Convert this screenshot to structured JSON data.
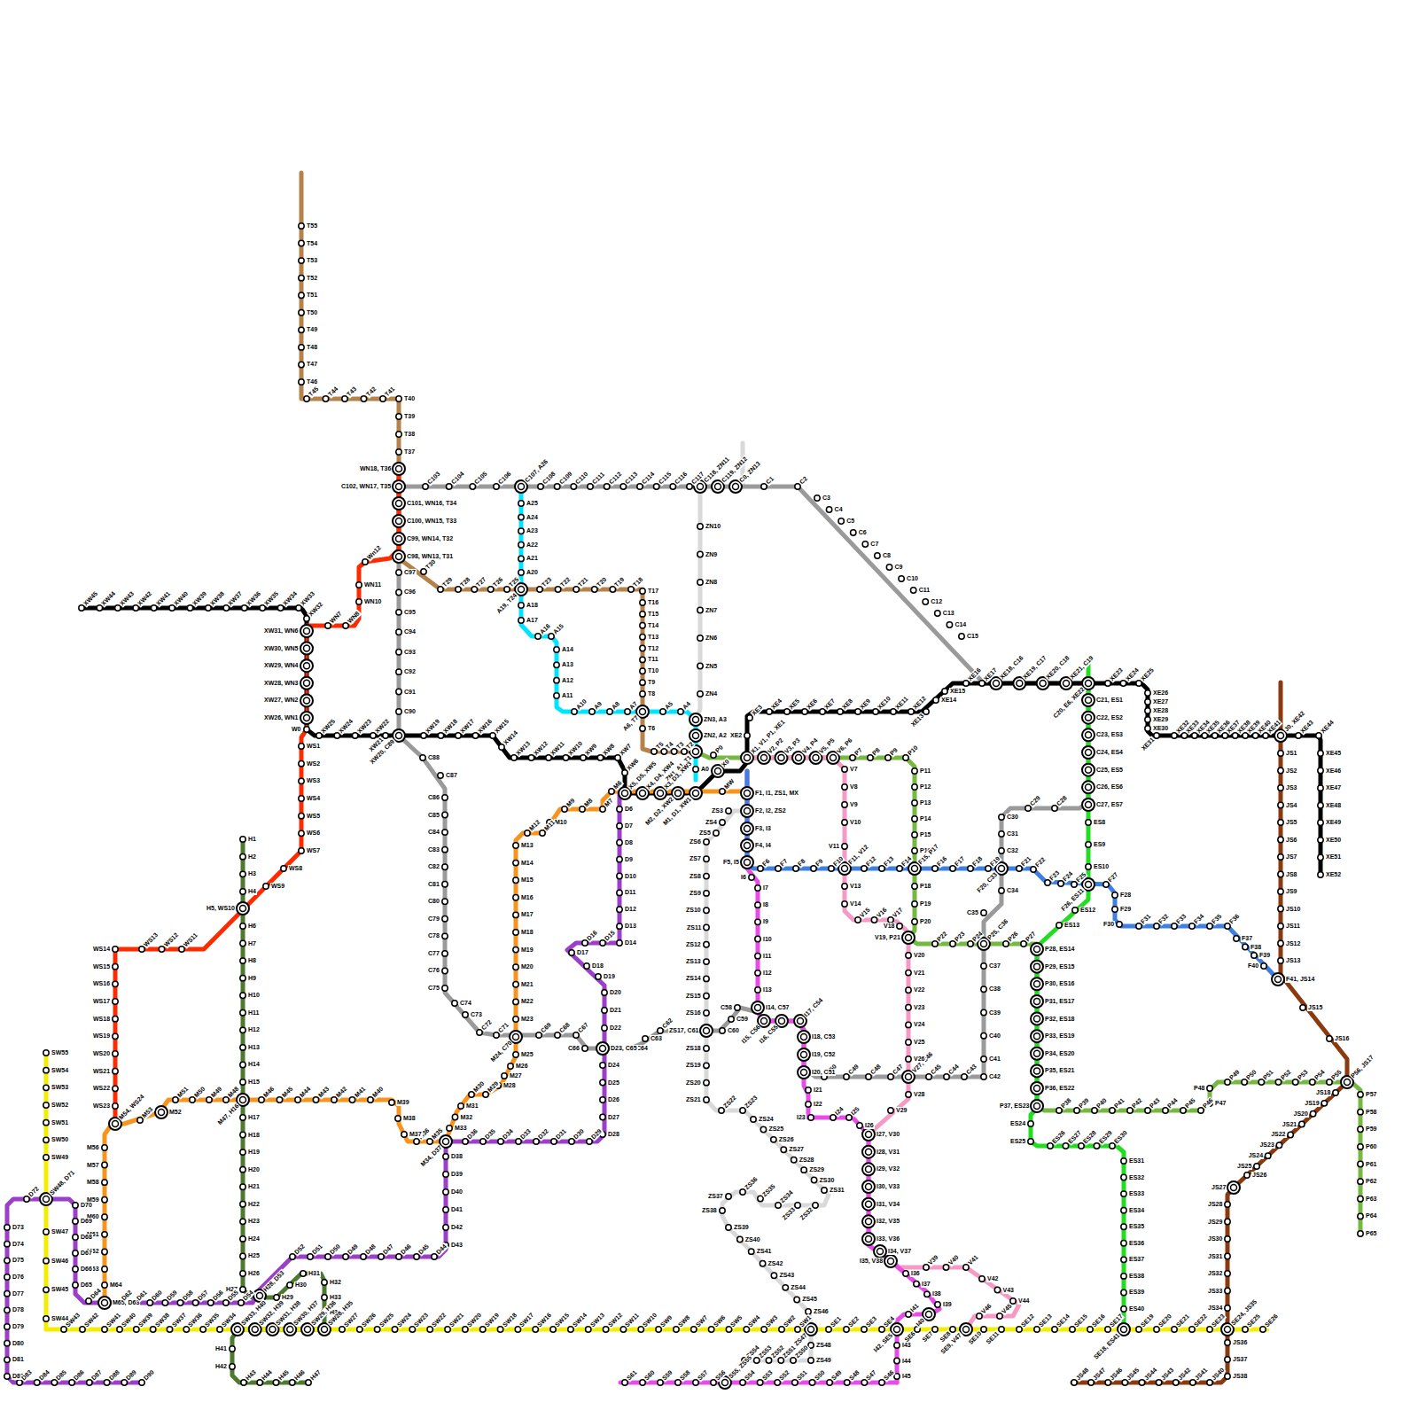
{
  "diagram": {
    "labels": [
      "T55",
      "T54",
      "T53",
      "T52",
      "T51",
      "T50",
      "T49",
      "T48",
      "T47",
      "T46",
      "T45",
      "T44",
      "T43",
      "T42",
      "T41",
      "T40",
      "T39",
      "T38",
      "T37",
      "WN18, T36",
      "C102, WN17, T35",
      "C101, WN16, T34",
      "C100, WN15, T33",
      "C99, WN14, T32",
      "C98, WN13, T31",
      "T30",
      "T29",
      "T28",
      "T27",
      "T26",
      "T25",
      "A19, T24",
      "T23",
      "T22",
      "T21",
      "T20",
      "T19",
      "T18",
      "T17",
      "T16",
      "T15",
      "T14",
      "T13",
      "T12",
      "T11",
      "T10",
      "T9",
      "T8",
      "A6, T7",
      "T6",
      "T5",
      "T4",
      "T3",
      "T2",
      "ZN1, A1, T1",
      "C1",
      "C2",
      "C3",
      "C4",
      "C5",
      "C6",
      "C7",
      "C8",
      "C9",
      "C10",
      "C11",
      "C12",
      "C13",
      "C14",
      "C15",
      "C21, ES1",
      "C22, ES2",
      "C23, ES3",
      "C24, ES4",
      "C25, ES5",
      "C26, ES6",
      "C27, ES7",
      "C28",
      "C29",
      "C30",
      "C31",
      "C32",
      "F20, C33",
      "C34",
      "C35",
      "P25, C36",
      "C37",
      "C38",
      "C39",
      "C40",
      "C41",
      "C42",
      "C43",
      "C44",
      "C45",
      "V27, C46",
      "C47",
      "C48",
      "C49",
      "C50",
      "I20, C51",
      "I19, C52",
      "I18, C53",
      "I17, C54",
      "I16, C55",
      "I15, C56",
      "I14, C57",
      "C58",
      "C59",
      "C60",
      "ZS17, C61",
      "C62",
      "C63",
      "C64",
      "D23, C65",
      "C66",
      "C67",
      "C68",
      "C69",
      "M24, C70",
      "C71",
      "C72",
      "C73",
      "C74",
      "C75",
      "C76",
      "C77",
      "C78",
      "C79",
      "C80",
      "C81",
      "C82",
      "C83",
      "C84",
      "C85",
      "C86",
      "C87",
      "C88",
      "C90",
      "C91",
      "C92",
      "C93",
      "C94",
      "C95",
      "C96",
      "C97",
      "C103",
      "C104",
      "C105",
      "C106",
      "C107, A26",
      "C108",
      "C109",
      "C110",
      "C111",
      "C112",
      "C113",
      "C114",
      "C115",
      "C116",
      "C117",
      "C118, ZN11",
      "C119, ZN12",
      "C0, ZN13",
      "XW45",
      "XW44",
      "XW43",
      "XW42",
      "XW41",
      "XW40",
      "XW39",
      "XW38",
      "XW37",
      "XW36",
      "XW35",
      "XW34",
      "XW33",
      "XW32",
      "XW31, WN6",
      "XW30, WN5",
      "XW29, WN4",
      "XW28, WN3",
      "XW27, WN2",
      "XW26, WN1",
      "W0",
      "XW25",
      "XW24",
      "XW23",
      "XW22",
      "XW21",
      "XW20, C89",
      "XW19",
      "XW18",
      "XW17",
      "XW16",
      "XW15",
      "XW14",
      "XW13",
      "XW12",
      "XW11",
      "XW10",
      "XW9",
      "XW8",
      "XW7",
      "XW6",
      "X5, D5, XW5",
      "X4, D4, XW4",
      "X3, D3, XW3",
      "M2, D2, XW2",
      "M1, D1, XW1",
      "X0",
      "X1, V1, P1, XE1",
      "XE2",
      "XE3",
      "XE4",
      "XE5",
      "XE6",
      "XE7",
      "XE8",
      "XE9",
      "XE10",
      "XE11",
      "XE12",
      "XE13",
      "XE14",
      "XE15",
      "XE16",
      "XE17",
      "XE18, C16",
      "XE19, C17",
      "XE20, C18",
      "XE21, C19",
      "C20, E6, XE22",
      "XE23",
      "XE24",
      "XE25",
      "XE26",
      "XE27",
      "XE28",
      "XE29",
      "XE30",
      "XE31",
      "XE32",
      "XE33",
      "XE34",
      "XE35",
      "XE36",
      "XE37",
      "XE38",
      "XE39",
      "XE40",
      "XE41",
      "J0, XE42",
      "XE43",
      "XE44",
      "XE45",
      "XE46",
      "XE47",
      "XE48",
      "XE49",
      "XE50",
      "XE51",
      "XE52",
      "WN7",
      "WN8",
      "WN10",
      "WN11",
      "Wn12",
      "WS1",
      "WS2",
      "WS3",
      "WS4",
      "WS5",
      "WS6",
      "WS7",
      "WS8",
      "WS9",
      "H5, WS10",
      "WS11",
      "WS12",
      "WS13",
      "WS14",
      "WS15",
      "WS16",
      "WS17",
      "WS18",
      "WS19",
      "WS20",
      "WS21",
      "WS22",
      "WS23",
      "M54, WS24",
      "H1",
      "H2",
      "H3",
      "H4",
      "H6",
      "H7",
      "H8",
      "H9",
      "H10",
      "H11",
      "H12",
      "H13",
      "H14",
      "H15",
      "M47, H16",
      "H17",
      "H18",
      "H19",
      "H20",
      "H21",
      "H22",
      "H23",
      "H24",
      "H25",
      "H26",
      "H27",
      "H28, D53",
      "H29",
      "H30",
      "H31",
      "H32",
      "H33",
      "H34",
      "SW28, H35",
      "SW29, H36",
      "SW30, H37",
      "SW31, H38",
      "SW32, H39",
      "SW33, H40",
      "H41",
      "H42",
      "H43",
      "H44",
      "H45",
      "H46",
      "H47",
      "SW55",
      "SW54",
      "SW53",
      "SW52",
      "SW51",
      "SW50",
      "SW49",
      "SW48, D71",
      "SW47",
      "SW46",
      "SW45",
      "SW44",
      "SW43",
      "SW42",
      "SW41",
      "SW40",
      "SW39",
      "SW38",
      "SW37",
      "SW36",
      "SW35",
      "SW34",
      "SW27",
      "SW26",
      "SW25",
      "SW24",
      "SW23",
      "SW22",
      "SW21",
      "SW20",
      "SW19",
      "SW18",
      "SW17",
      "SW16",
      "SW15",
      "SW14",
      "SW13",
      "SW12",
      "SW11",
      "SW10",
      "SW9",
      "SW8",
      "SW7",
      "SW6",
      "SW5",
      "SW4",
      "SW3",
      "SW2",
      "SW1",
      "S0, ZS47",
      "SE1",
      "SE2",
      "SE3",
      "SE4",
      "I42, SE5",
      "SE6",
      "SE7",
      "SE8",
      "SE9, V47",
      "SE10",
      "SE11",
      "SE12",
      "SE13",
      "SE14",
      "SE15",
      "SE16",
      "SE17",
      "SE18, ES41",
      "SE19",
      "SE20",
      "SE21",
      "SE22",
      "SE23",
      "SE24, JS35",
      "SE25",
      "SE26",
      "MW",
      "M6",
      "M7",
      "M8",
      "M9",
      "M10",
      "M11",
      "M12",
      "M13",
      "M14",
      "M15",
      "M16",
      "M17",
      "M18",
      "M19",
      "M20",
      "M21",
      "M22",
      "M23",
      "M25",
      "M26",
      "M27",
      "M28",
      "M29",
      "M30",
      "M31",
      "M32",
      "M33",
      "M34, D37",
      "M35",
      "M36",
      "M37",
      "M38",
      "M39",
      "M40",
      "M41",
      "M42",
      "M43",
      "M44",
      "M45",
      "M46",
      "M48",
      "M49",
      "M50",
      "M51",
      "M52",
      "M53",
      "M56",
      "M57",
      "M58",
      "M59",
      "M60",
      "M61",
      "M62",
      "M63",
      "M64",
      "M65, D63",
      "D6",
      "D7",
      "D8",
      "D9",
      "D10",
      "D11",
      "D12",
      "D13",
      "D14",
      "D15",
      "D16",
      "D17",
      "D18",
      "D19",
      "D20",
      "D21",
      "D22",
      "D24",
      "D25",
      "D26",
      "D27",
      "D28",
      "D29",
      "D30",
      "D31",
      "D32",
      "D33",
      "D34",
      "D35",
      "D36",
      "D38",
      "D39",
      "D40",
      "D41",
      "D42",
      "D43",
      "D44",
      "D45",
      "D46",
      "D47",
      "D48",
      "D49",
      "D50",
      "D51",
      "D52",
      "D54",
      "D55",
      "D56",
      "D57",
      "D58",
      "D59",
      "D60",
      "D61",
      "D62",
      "D64",
      "D65",
      "D66",
      "D67",
      "D68",
      "D69",
      "D70",
      "D72",
      "D73",
      "D74",
      "D75",
      "D76",
      "D77",
      "D78",
      "D79",
      "D80",
      "D81",
      "D82",
      "D83",
      "D84",
      "D85",
      "D86",
      "D87",
      "D88",
      "D89",
      "D90",
      "A25",
      "A24",
      "A23",
      "A22",
      "A21",
      "A20",
      "A18",
      "A17",
      "A16",
      "A15",
      "A14",
      "A13",
      "A12",
      "A11",
      "A10",
      "A9",
      "A8",
      "A7",
      "A5",
      "A4",
      "ZN3, A3",
      "ZN2, A2",
      "A0",
      "ZN10",
      "ZN9",
      "ZN8",
      "ZN7",
      "ZN6",
      "ZN5",
      "ZN4",
      "P0",
      "V2, P2",
      "V3, P3",
      "V4, P4",
      "V5, P5",
      "V6, P6",
      "P7",
      "P8",
      "P9",
      "P10",
      "P11",
      "P12",
      "P13",
      "P14",
      "P15",
      "P16",
      "F15, P17",
      "P18",
      "P19",
      "P20",
      "V19, P21",
      "P22",
      "P23",
      "P24",
      "P26",
      "P27",
      "P28, ES14",
      "P29, ES15",
      "P30, ES16",
      "P31, ES17",
      "P32, ES18",
      "P33, ES19",
      "P34, ES20",
      "P35, ES21",
      "P36, ES22",
      "P37, ES23",
      "P38",
      "P39",
      "P40",
      "P41",
      "P42",
      "P43",
      "P44",
      "P45",
      "P46",
      "P47",
      "P48",
      "P49",
      "P50",
      "P51",
      "P52",
      "P53",
      "P54",
      "P55",
      "P56, JS17",
      "P57",
      "P58",
      "P59",
      "P60",
      "P61",
      "P62",
      "P63",
      "P64",
      "P65",
      "V7",
      "V8",
      "V9",
      "V10",
      "V11",
      "F11, V12",
      "V13",
      "V14",
      "V15",
      "V16",
      "V17",
      "V18",
      "V20",
      "V21",
      "V22",
      "V23",
      "V24",
      "V25",
      "V26",
      "V28",
      "V29",
      "I27, V30",
      "I28, V31",
      "I29, V32",
      "I30, V33",
      "I31, V34",
      "I32, V35",
      "I33, V36",
      "I34, V37",
      "I35, V38",
      "V39",
      "V40",
      "V41",
      "V42",
      "V43",
      "V44",
      "V45",
      "V46",
      "F1, I1, ZS1, MX",
      "F2, I2, ZS2",
      "F3, I3",
      "F4, I4",
      "F5, I5",
      "I6",
      "I7",
      "I8",
      "I9",
      "I10",
      "I11",
      "I12",
      "I13",
      "I21",
      "I22",
      "I23",
      "I24",
      "I25",
      "I26",
      "I36",
      "I37",
      "I38",
      "I39",
      "I40",
      "I41",
      "I43",
      "I44",
      "I45",
      "F6",
      "F7",
      "F8",
      "F9",
      "F10",
      "F12",
      "F13",
      "F14",
      "F16",
      "F17",
      "F18",
      "F19",
      "F21",
      "F22",
      "F23",
      "F24",
      "F25",
      "F26, ES11",
      "F27",
      "F28",
      "F29",
      "F30",
      "F31",
      "F32",
      "F33",
      "F34",
      "F35",
      "F36",
      "F37",
      "F38",
      "F39",
      "F40",
      "F41, JS14",
      "ES8",
      "ES9",
      "ES10",
      "ES12",
      "ES13",
      "ES24",
      "ES25",
      "ES26",
      "ES27",
      "ES28",
      "ES29",
      "ES30",
      "ES31",
      "ES32",
      "ES33",
      "ES34",
      "ES35",
      "ES36",
      "ES37",
      "ES38",
      "ES39",
      "ES40",
      "JS1",
      "JS2",
      "JS3",
      "JS4",
      "JS5",
      "JS6",
      "JS7",
      "JS8",
      "JS9",
      "JS10",
      "JS11",
      "JS12",
      "JS13",
      "JS15",
      "JS16",
      "JS18",
      "JS19",
      "JS20",
      "JS21",
      "JS22",
      "JS23",
      "JS24",
      "JS25",
      "JS26",
      "JS27",
      "JS28",
      "JS29",
      "JS30",
      "JS31",
      "JS32",
      "JS33",
      "JS34",
      "JS36",
      "JS37",
      "JS38",
      "JS40",
      "JS41",
      "JS42",
      "JS43",
      "JS44",
      "JS45",
      "JS46",
      "JS47",
      "JS48",
      "ZS3",
      "ZS4",
      "ZS5",
      "ZS6",
      "ZS7",
      "ZS8",
      "ZS9",
      "ZS10",
      "ZS11",
      "ZS12",
      "ZS13",
      "ZS14",
      "ZS15",
      "ZS16",
      "ZS18",
      "ZS19",
      "ZS20",
      "ZS21",
      "ZS22",
      "ZS23",
      "ZS24",
      "ZS25",
      "ZS26",
      "ZS27",
      "ZS28",
      "ZS29",
      "ZS30",
      "ZS31",
      "ZS32",
      "ZS33",
      "ZS34",
      "ZS35",
      "ZS36",
      "ZS37",
      "ZS38",
      "ZS39",
      "ZS40",
      "ZS41",
      "ZS42",
      "ZS43",
      "ZS44",
      "ZS45",
      "ZS46",
      "ZS48",
      "ZS49",
      "ZS50",
      "ZS51",
      "ZS52",
      "ZS53",
      "ZS54",
      "S61",
      "S60",
      "S59",
      "S58",
      "S57",
      "S56",
      "S55, ZS55",
      "S54",
      "S53",
      "S52",
      "S51",
      "S50",
      "S49",
      "S48",
      "S47",
      "S46"
    ]
  }
}
